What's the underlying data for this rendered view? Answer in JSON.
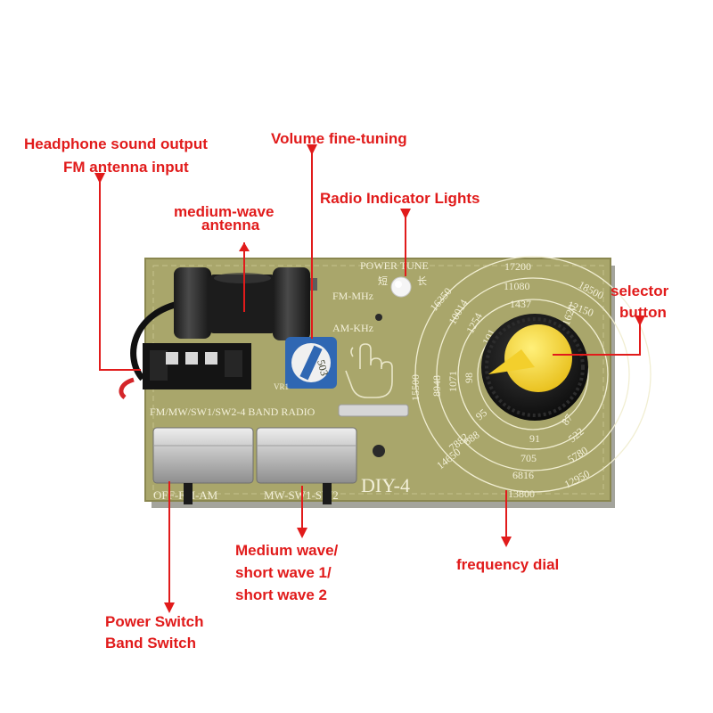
{
  "callouts": {
    "headphone_l1": "Headphone sound output",
    "headphone_l2": "FM antenna input",
    "volume": "Volume fine-tuning",
    "indicator": "Radio Indicator Lights",
    "mw_antenna_l1": "medium-wave",
    "mw_antenna_l2": "antenna",
    "selector_l1": "selector",
    "selector_l2": "button",
    "band_l1": "Medium wave/",
    "band_l2": "short wave 1/",
    "band_l3": "short wave 2",
    "frequency_dial": "frequency dial",
    "power_l1": "Power Switch",
    "power_l2": "Band Switch"
  },
  "board": {
    "power_tune": "POWER TUNE",
    "short_label": "短",
    "long_label": "长",
    "fm_mhz": "FM-MHz",
    "am_khz": "AM-KHz",
    "radio_band": "FM/MW/SW1/SW2-4  BAND RADIO",
    "model": "DIY-4",
    "switch_left": "OFF-FM-AM",
    "switch_right": "MW-SW1-SW2",
    "pot_label": "503",
    "vr_label": "VR1"
  },
  "dial": {
    "outer": [
      "17200",
      "18500",
      "16350",
      "15500",
      "14650",
      "13800",
      "12950"
    ],
    "ring2": [
      "11080",
      "12150",
      "10014",
      "8948",
      "7882",
      "6816",
      "5780"
    ],
    "ring3": [
      "1437",
      "1620",
      "1254",
      "1071",
      "888",
      "705",
      "522"
    ],
    "inner": [
      "101",
      "98",
      "95",
      "91",
      "87"
    ]
  },
  "colors": {
    "callout": "#e11b1b",
    "pcb": "#a7a569",
    "knob": "#f7d534",
    "arrow": "#e11b1b"
  }
}
